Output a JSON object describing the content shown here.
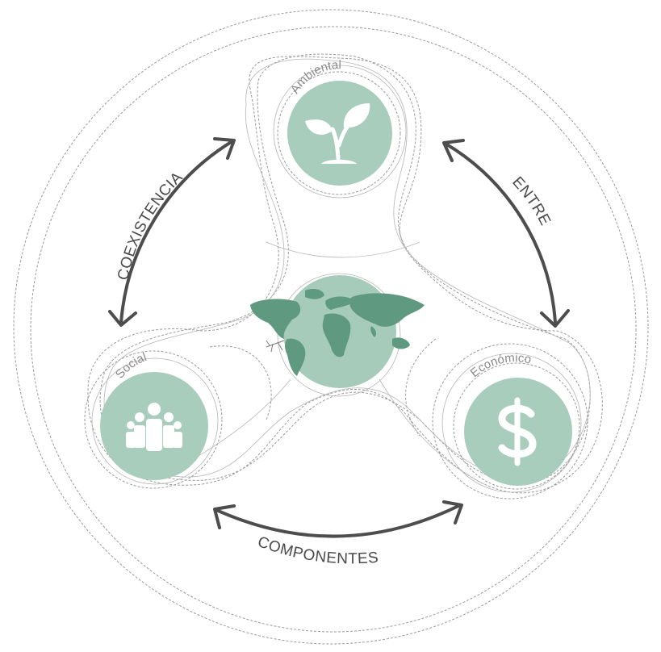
{
  "nodes": {
    "ambiental": {
      "label": "Ambiental",
      "icon": "plant-sprout-icon"
    },
    "social": {
      "label": "Social",
      "icon": "people-group-icon"
    },
    "economico": {
      "label": "Económico",
      "icon": "dollar-sign-icon"
    },
    "center": {
      "icon": "world-map-globe-icon"
    }
  },
  "arrows": {
    "left": {
      "label": "COEXISTENCIA"
    },
    "right": {
      "label": "ENTRE"
    },
    "bottom": {
      "label": "COMPONENTES"
    }
  },
  "colors": {
    "node_fill": "#a8cdbd",
    "globe_fill": "#a6cbbb",
    "continent_fill": "#5f9a80",
    "arrow": "#4d4d4d",
    "dashed_outline": "#9a9a9a",
    "label_text": "#8a8a8a"
  }
}
